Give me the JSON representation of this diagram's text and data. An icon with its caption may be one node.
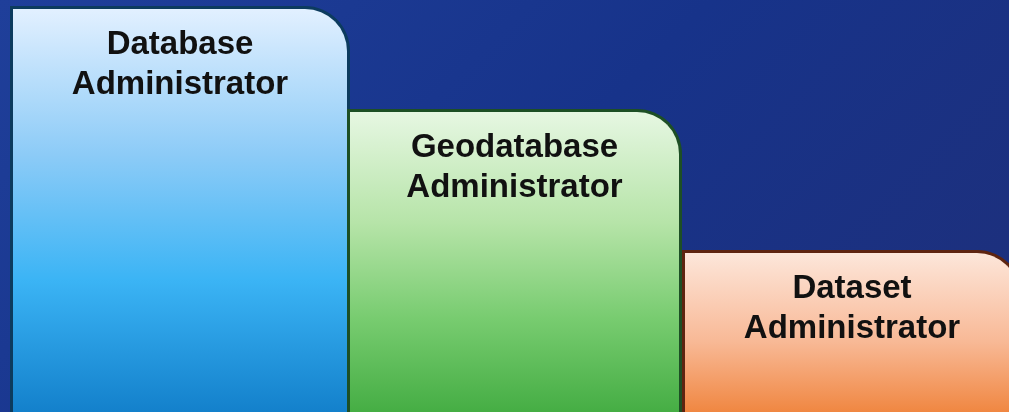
{
  "diagram": {
    "nodes": [
      {
        "text": [
          "Database Administrator"
        ]
      },
      {
        "text": [
          "Geodatabase Administrator"
        ]
      },
      {
        "text": [
          "Dataset Administrator"
        ]
      }
    ]
  }
}
